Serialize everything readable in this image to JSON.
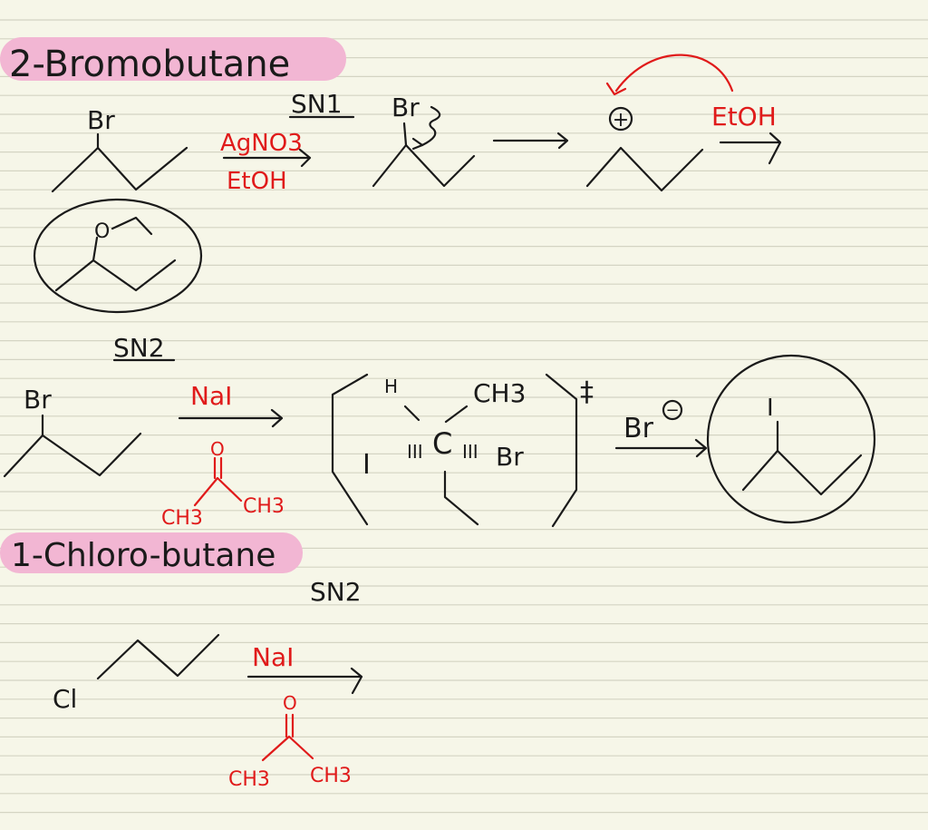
{
  "colors": {
    "paper": "#f6f6e8",
    "rule_line": "#d4d4c3",
    "ink": "#1a1a1a",
    "red_ink": "#e01a1a",
    "highlight": "#f2b6d3"
  },
  "section1": {
    "title": "2-Bromobutane",
    "mechanism_label": "SN1",
    "reactant_substituent": "Br",
    "reagent_top": "AgNO3",
    "reagent_bottom": "EtOH",
    "intermediate_substituent": "Br",
    "carbocation_charge": "+",
    "nucleophile": "EtOH",
    "product_atom": "O"
  },
  "section2": {
    "mechanism_label": "SN2",
    "reactant_substituent": "Br",
    "reagent_top": "NaI",
    "solvent_atom": "O",
    "solvent_left": "CH3",
    "solvent_right": "CH3",
    "ts_h": "H",
    "ts_ch3": "CH3",
    "ts_c": "C",
    "ts_i": "I",
    "ts_br": "Br",
    "ts_dagger": "‡",
    "leaving_group": "Br",
    "leaving_charge": "−",
    "product_substituent": "I"
  },
  "section3": {
    "title": "1-Chloro-butane",
    "mechanism_label": "SN2",
    "reactant_substituent": "Cl",
    "reagent_top": "NaI",
    "solvent_atom": "O",
    "solvent_left": "CH3",
    "solvent_right": "CH3"
  }
}
